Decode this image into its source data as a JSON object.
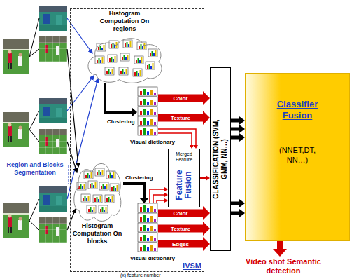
{
  "diagram": {
    "nodes": [
      {
        "text": [
          "IVSM"
        ]
      },
      {
        "text": [
          "Histogram Computation On regions"
        ],
        "in": 0
      },
      {
        "text": [
          "Visual dictionary"
        ],
        "in": 0
      },
      {
        "text": [
          "Histogram Computation On blocks"
        ],
        "in": 0
      },
      {
        "text": [
          "Visual dictionary"
        ],
        "in": 0
      },
      {
        "text": [
          "Merged Feature",
          "Feature Fusion"
        ],
        "in": 0
      },
      {
        "text": [
          "CLASSIFICATION (SVM, GMM, NN…)"
        ]
      },
      {
        "text": [
          "Classifier Fusion",
          "(NNET,DT, NN…)"
        ]
      }
    ],
    "edges": [
      {
        "from": 1,
        "to": 2,
        "arrow": "to",
        "label": "Clustering"
      },
      {
        "from": 3,
        "to": 4,
        "arrow": "to",
        "label": "Clustering"
      },
      {
        "from": 2,
        "to": 6,
        "arrow": "to",
        "label": "Color"
      },
      {
        "from": 2,
        "to": 6,
        "arrow": "to",
        "label": "Texture"
      },
      {
        "from": 4,
        "to": 6,
        "arrow": "to",
        "label": "Color"
      },
      {
        "from": 4,
        "to": 6,
        "arrow": "to",
        "label": "Texture"
      },
      {
        "from": 4,
        "to": 6,
        "arrow": "to",
        "label": "Edges"
      },
      {
        "from": 2,
        "to": 5,
        "arrow": "to"
      },
      {
        "from": 2,
        "to": 5,
        "arrow": "to"
      },
      {
        "from": 4,
        "to": 5,
        "arrow": "to"
      },
      {
        "from": 4,
        "to": 5,
        "arrow": "to"
      },
      {
        "from": 4,
        "to": 5,
        "arrow": "to"
      },
      {
        "from": 5,
        "to": 6,
        "arrow": "to"
      },
      {
        "from": 6,
        "to": 7,
        "arrow": "to"
      },
      {
        "from": 6,
        "to": 7,
        "arrow": "to"
      },
      {
        "from": 6,
        "to": 7,
        "arrow": "to"
      },
      {
        "from": 6,
        "to": 7,
        "arrow": "to"
      },
      {
        "from": 6,
        "to": 7,
        "arrow": "to"
      }
    ],
    "labels": [
      "Region and Blocks Segmentation",
      "Video shot Semantic detection",
      "(x) feature number"
    ]
  }
}
